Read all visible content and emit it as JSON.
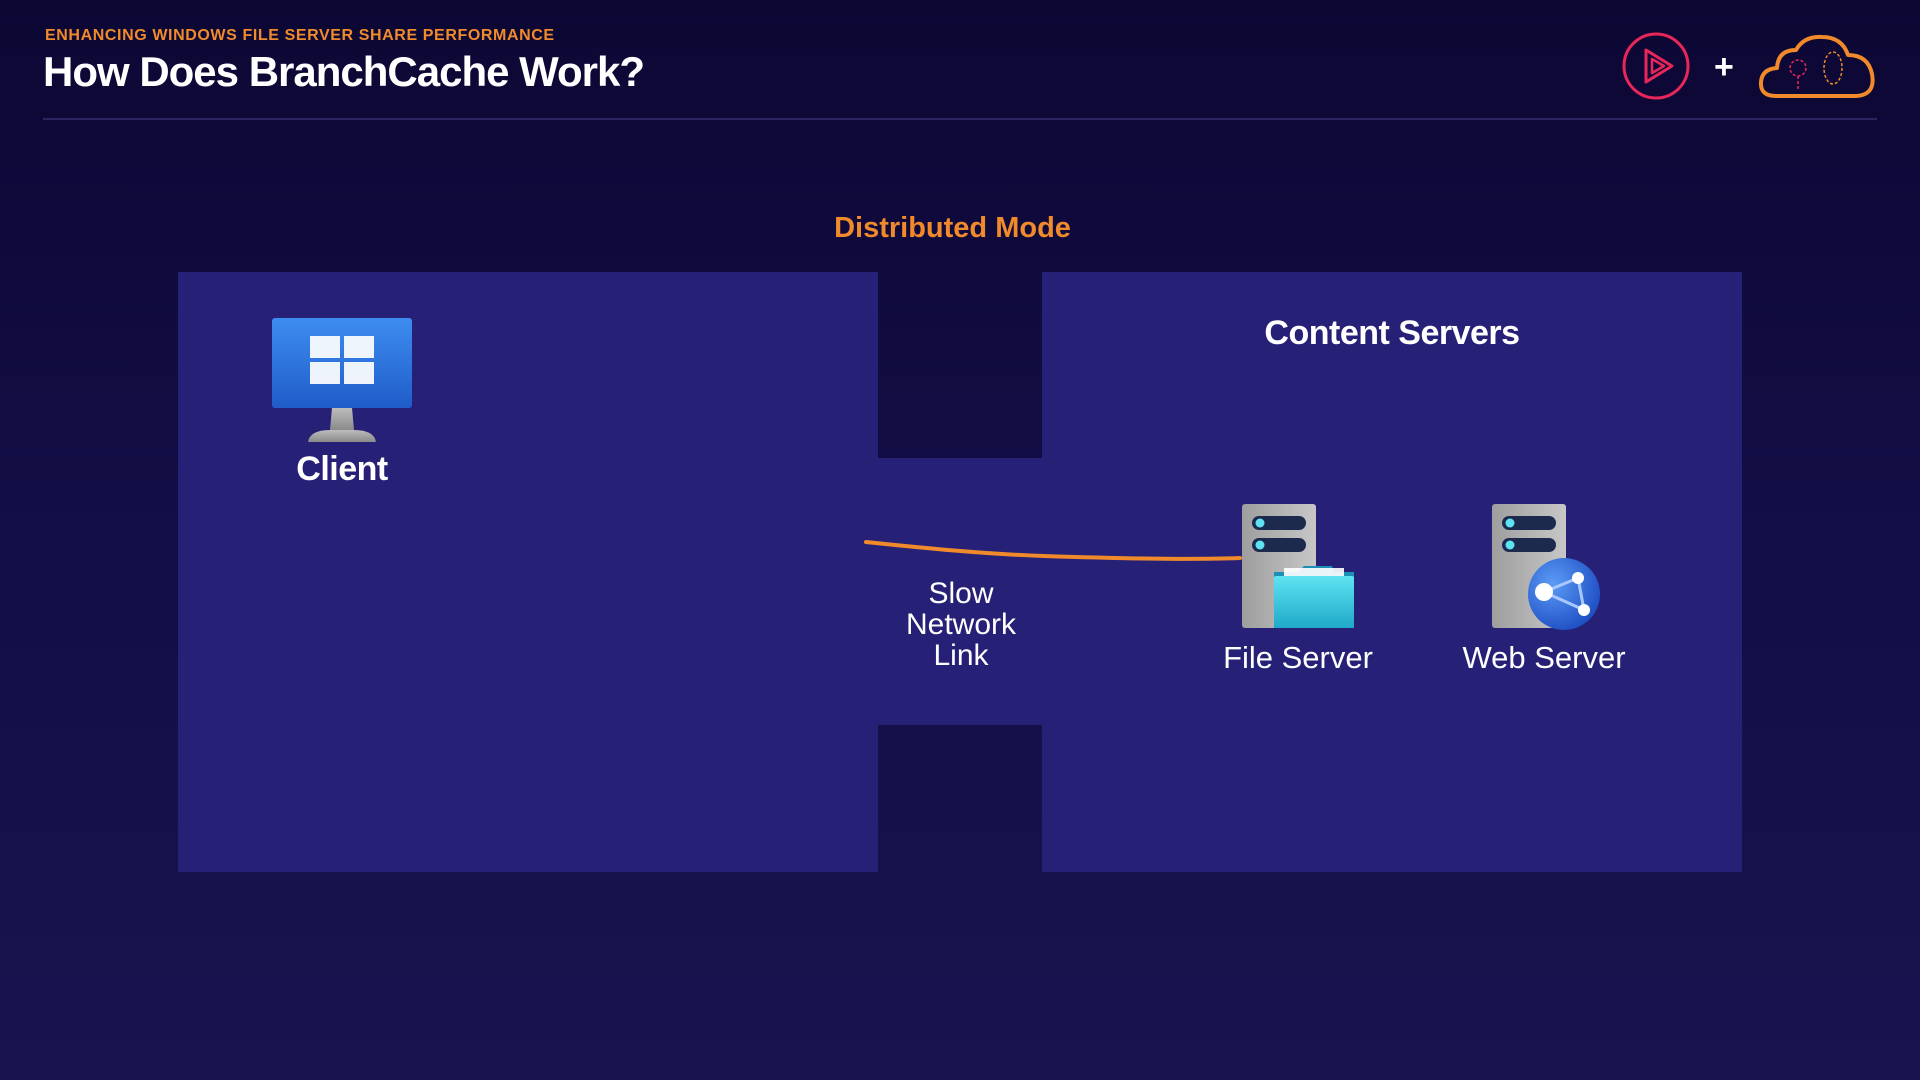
{
  "header": {
    "eyebrow": "ENHANCING WINDOWS FILE SERVER SHARE PERFORMANCE",
    "title": "How Does BranchCache Work?"
  },
  "diagram": {
    "mode_title": "Distributed Mode",
    "client_label": "Client",
    "content_servers_label": "Content Servers",
    "link_label": {
      "line1": "Slow",
      "line2": "Network",
      "line3": "Link"
    },
    "file_server_label": "File Server",
    "web_server_label": "Web Server"
  },
  "icons": {
    "client": "windows-monitor-icon",
    "file_server": "file-server-icon",
    "web_server": "web-server-icon",
    "logo_play": "pluralsight-play-icon",
    "logo_cloud": "cloud-icon"
  },
  "colors": {
    "background": "#130d45",
    "panel": "#262176",
    "accent": "#f08a2b",
    "text": "#ffffff"
  }
}
